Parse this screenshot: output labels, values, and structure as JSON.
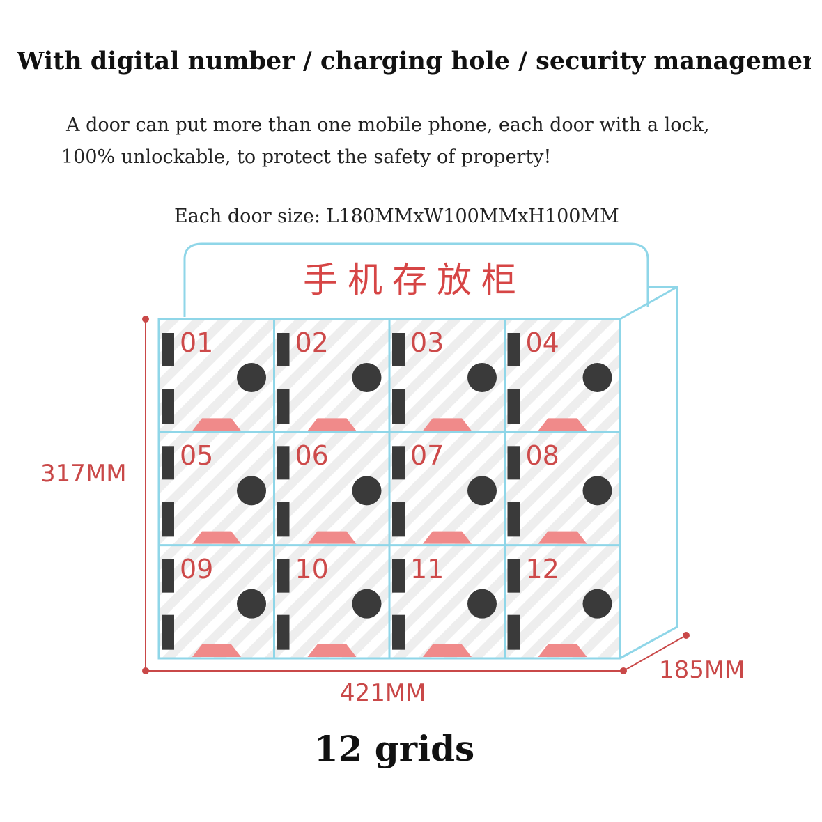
{
  "headline": "With digital number / charging hole / security managemer",
  "description": {
    "line1": "A door can put more than one mobile phone, each door with a lock,",
    "line2": "100% unlockable, to protect the safety of property!"
  },
  "door_size": "Each door size: L180MMxW100MMxH100MM",
  "cabinet": {
    "sign": "手机存放柜",
    "rows": 3,
    "columns": 4,
    "cells": [
      "01",
      "02",
      "03",
      "04",
      "05",
      "06",
      "07",
      "08",
      "09",
      "10",
      "11",
      "12"
    ],
    "height_label": "317MM",
    "width_label": "421MM",
    "depth_label": "185MM"
  },
  "caption": "12 grids",
  "colors": {
    "accent_red": "#d64545",
    "cabinet_outline": "#8fd6e8",
    "lock_gray": "#3a3a3a",
    "charging_pad": "#f08a8a"
  },
  "icons": [
    "keyhole-icon",
    "charging-port-icon",
    "hinge-icon"
  ]
}
